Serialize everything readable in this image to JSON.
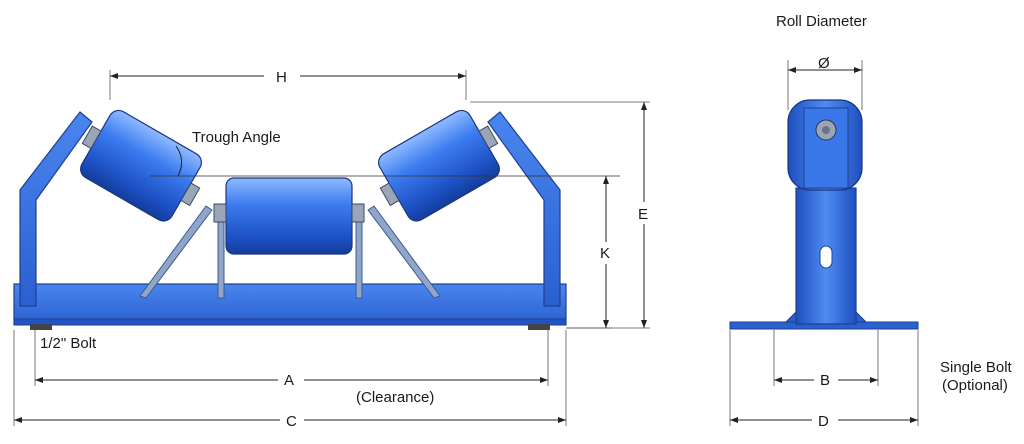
{
  "labels": {
    "h": "H",
    "trough_angle": "Trough Angle",
    "e": "E",
    "k": "K",
    "bolt": "1/2\" Bolt",
    "a": "A",
    "clearance": "(Clearance)",
    "c": "C",
    "roll_diameter": "Roll Diameter",
    "diameter_symbol": "Ø",
    "b": "B",
    "d": "D",
    "single_bolt_line1": "Single Bolt",
    "single_bolt_line2": "(Optional)"
  },
  "colors": {
    "frame_blue": "#2f6fe0",
    "frame_dark": "#1f3f8f",
    "roll_light": "#6fa8ff",
    "roll_dark": "#1740a8",
    "dimension_line": "#222222"
  }
}
